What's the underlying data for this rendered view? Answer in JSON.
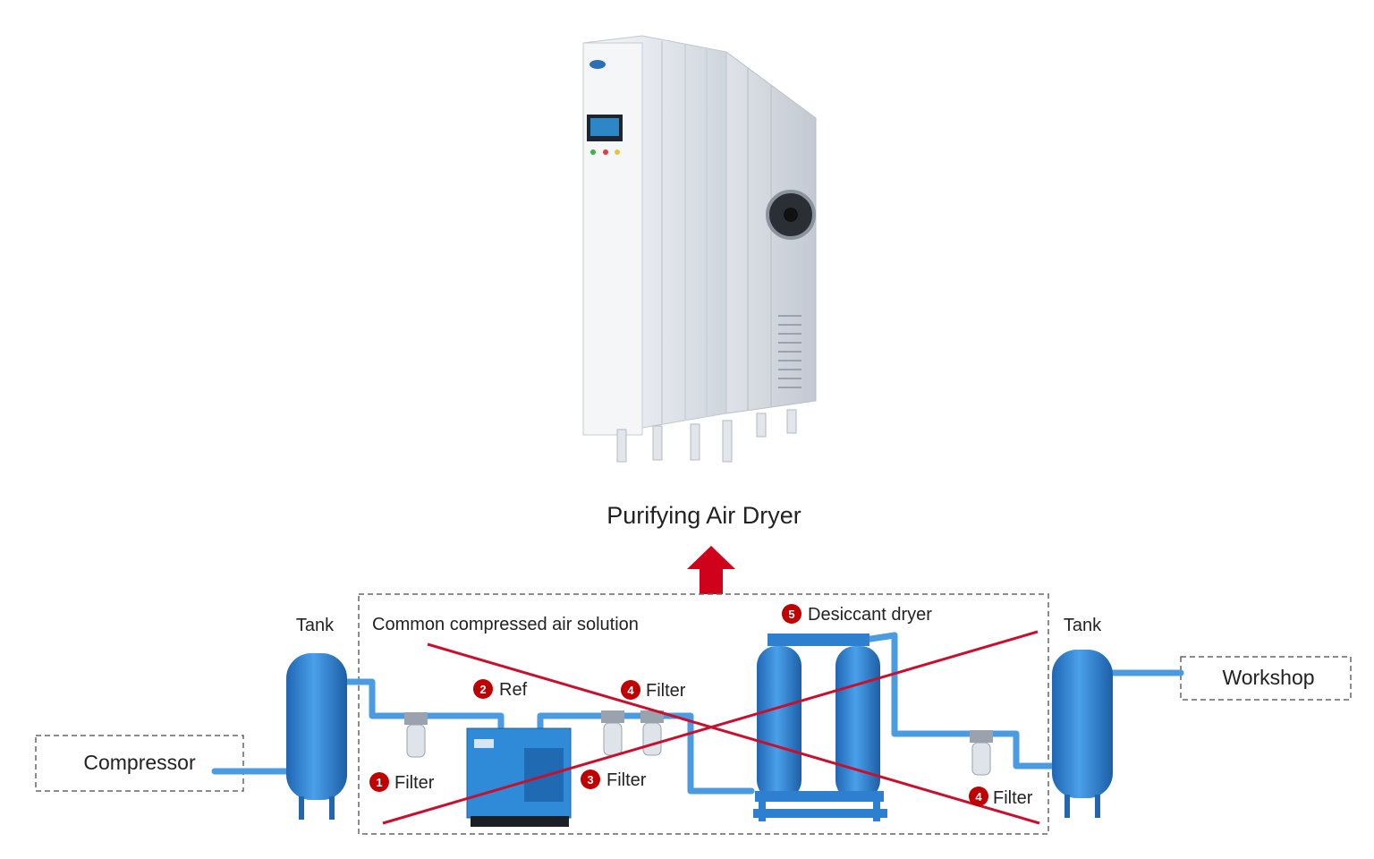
{
  "title": "Purifying Air Dryer",
  "solution_box": {
    "label": "Common compressed air solution"
  },
  "endpoints": {
    "compressor": "Compressor",
    "workshop": "Workshop",
    "tank_left": "Tank",
    "tank_right": "Tank"
  },
  "components": [
    {
      "number": "1",
      "label": "Filter"
    },
    {
      "number": "2",
      "label": "Ref"
    },
    {
      "number": "3",
      "label": "Filter"
    },
    {
      "number": "4",
      "label": "Filter"
    },
    {
      "number": "5",
      "label": "Desiccant dryer"
    },
    {
      "number": "4",
      "label": "Filter"
    }
  ],
  "colors": {
    "accent_red": "#d0021b",
    "badge_red": "#c00000",
    "equipment_blue": "#2f7fd0",
    "pipe_blue": "#4b9be0",
    "dryer_panel": "#e9edf2"
  }
}
